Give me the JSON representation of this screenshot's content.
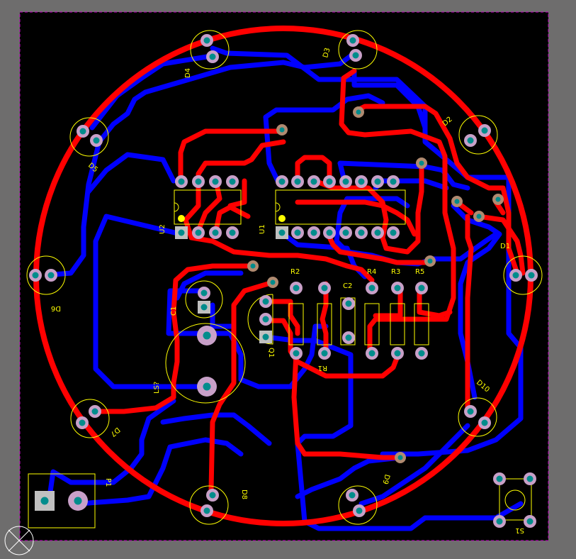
{
  "colors": {
    "background": "#6e6d6d",
    "board": "#000000",
    "board_outline": "#c800c8",
    "top_copper": "#ff0000",
    "bottom_copper": "#0000ff",
    "silkscreen": "#ffff00",
    "pad_ring": "#c8a0c8",
    "via_ring": "#b08a70",
    "pad_hole": "#008c8c",
    "pin1_square": "#c0c0c0",
    "pin1_marker": "#ffff00",
    "origin_marker": "#ffffff"
  },
  "designators": {
    "D1": "D1",
    "D2": "D2",
    "D3": "D3",
    "D4": "D4",
    "D5": "D5",
    "D6": "D6",
    "D7": "D7",
    "D8": "D8",
    "D9": "D9",
    "D10": "D10",
    "U1": "U1",
    "U2": "U2",
    "R1": "R1",
    "R2": "R2",
    "R3": "R3",
    "R4": "R4",
    "R5": "R5",
    "C1": "C1",
    "C2": "C2",
    "Q1": "Q1",
    "LS1": "LS?",
    "P1": "P1",
    "S1": "S1"
  },
  "icons": {
    "origin": "origin-crosshair-icon"
  }
}
